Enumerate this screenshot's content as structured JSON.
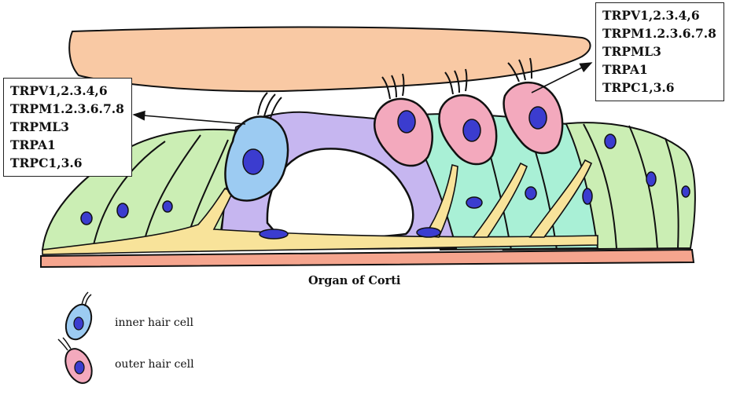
{
  "label_sets": {
    "inner_hair_cell_channels": [
      "TRPV1,2.3.4,6",
      "TRPM1.2.3.6.7.8",
      "TRPML3",
      "TRPA1",
      "TRPC1,3.6"
    ],
    "outer_hair_cell_channels": [
      "TRPV1,2.3.4,6",
      "TRPM1.2.3.6.7.8",
      "TRPML3",
      "TRPA1",
      "TRPC1,3.6"
    ]
  },
  "caption": "Organ of Corti",
  "legend": {
    "inner": "inner hair cell",
    "outer": "outer hair cell"
  },
  "colors": {
    "tectorial_membrane": "#f9c9a4",
    "supporting_cells": "#cbeeb4",
    "inner_hair_cell": "#9ccbf2",
    "outer_hair_cell": "#f3a9bd",
    "pillar_cells": "#c6b6f0",
    "deiters_cells": "#a9f0d6",
    "nerve_fibers": "#f8e39a",
    "basilar_membrane": "#f5a58e",
    "nuclei": "#3b3ccf"
  }
}
